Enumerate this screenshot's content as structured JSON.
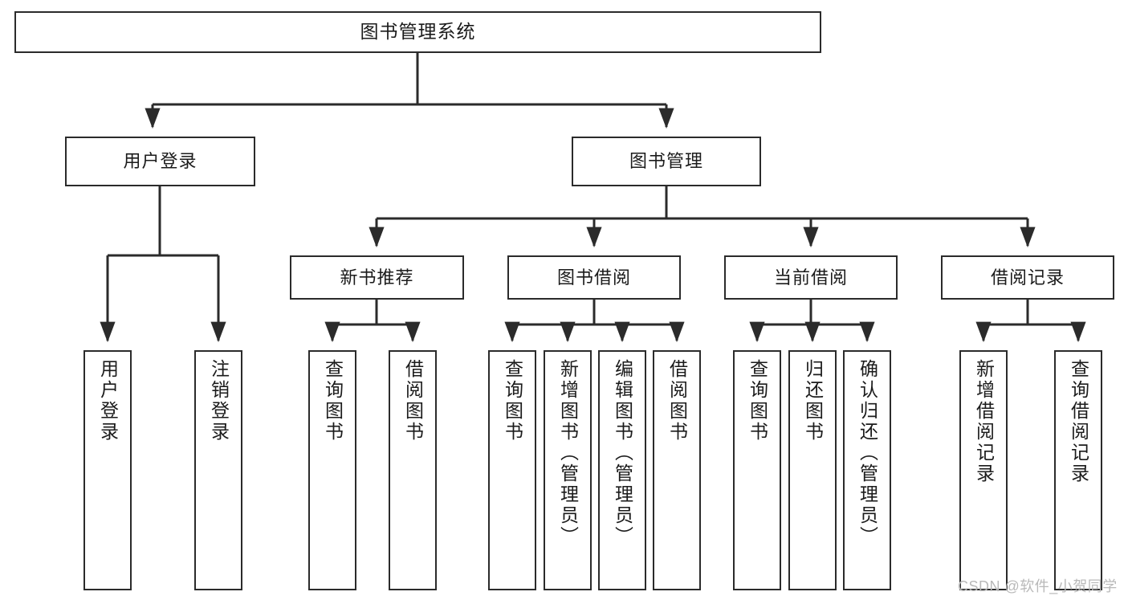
{
  "diagram": {
    "title": "图书管理系统",
    "type": "tree-hierarchy-chart",
    "colors": {
      "box_border": "#2b2b2b",
      "box_fill": "#ffffff",
      "connector": "#2b2b2b",
      "text": "#1b1b1b",
      "watermark": "#b9b9b9",
      "background": "#ffffff"
    }
  },
  "nodes": {
    "root": {
      "label": "图书管理系统"
    },
    "level2": [
      {
        "label": "用户登录"
      },
      {
        "label": "图书管理"
      }
    ],
    "level3": [
      {
        "label": "新书推荐"
      },
      {
        "label": "图书借阅"
      },
      {
        "label": "当前借阅"
      },
      {
        "label": "借阅记录"
      }
    ],
    "leaves_user_login": [
      {
        "label": "用户登录"
      },
      {
        "label": "注销登录"
      }
    ],
    "leaves_new_book": [
      {
        "label": "查询图书"
      },
      {
        "label": "借阅图书"
      }
    ],
    "leaves_borrow": [
      {
        "label": "查询图书"
      },
      {
        "label": "新增图书（管理员）"
      },
      {
        "label": "编辑图书（管理员）"
      },
      {
        "label": "借阅图书"
      }
    ],
    "leaves_current": [
      {
        "label": "查询图书"
      },
      {
        "label": "归还图书"
      },
      {
        "label": "确认归还（管理员）"
      }
    ],
    "leaves_records": [
      {
        "label": "新增借阅记录"
      },
      {
        "label": "查询借阅记录"
      }
    ]
  },
  "watermark": {
    "text": "CSDN @软件_小贺同学"
  }
}
